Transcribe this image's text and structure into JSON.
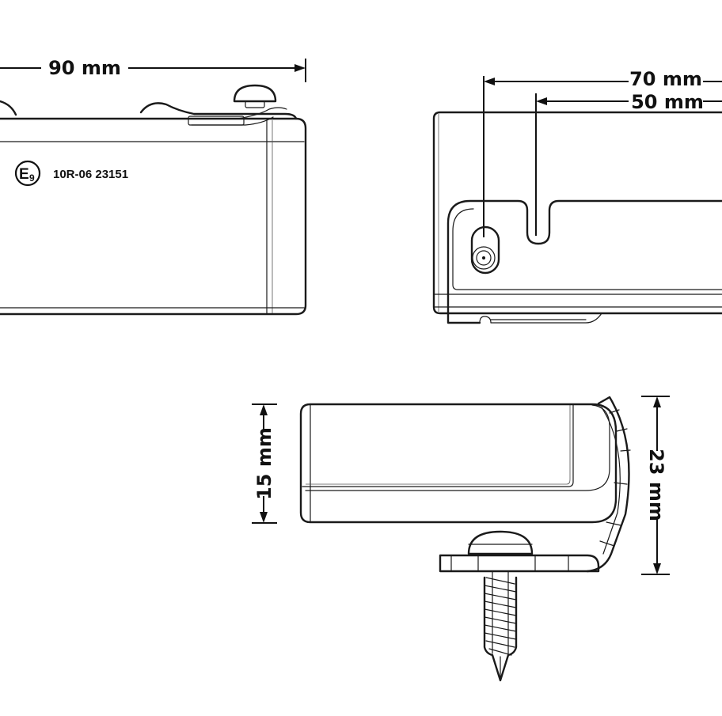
{
  "dimensions": {
    "length": "90 mm",
    "hole_spacing_outer": "70 mm",
    "hole_spacing_inner": "50 mm",
    "body_height": "15 mm",
    "total_height": "23 mm"
  },
  "approval_mark": {
    "e_letter": "E",
    "e_number": "9",
    "code": "10R-06 23151"
  }
}
